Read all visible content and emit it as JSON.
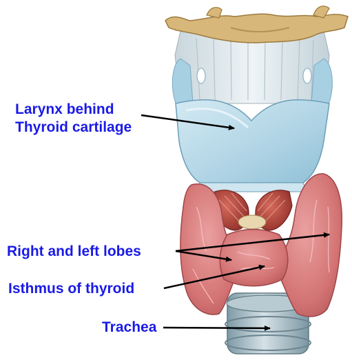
{
  "labels": {
    "larynx_line1": "Larynx behind",
    "larynx_line2": "Thyroid cartilage",
    "lobes": "Right and left lobes",
    "isthmus": "Isthmus of thyroid",
    "trachea": "Trachea"
  },
  "colors": {
    "label_text": "#1a1ae6",
    "arrow": "#000000",
    "hyoid_bone": "#d8b87a",
    "thyroid_cartilage": "#b9dbea",
    "membrane": "#e6eef2",
    "thyroid_gland": "#d9787a",
    "cricothyroid_muscle": "#b8463c",
    "trachea": "#a9bcc4"
  }
}
